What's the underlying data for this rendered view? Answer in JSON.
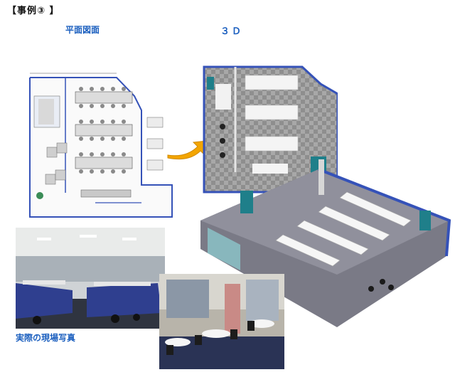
{
  "heading": "【事例③ 】",
  "labels": {
    "floor_plan": "平面図面",
    "three_d": "３Ｄ",
    "photos": "実際の現場写真"
  },
  "colors": {
    "label_blue": "#1b5fbf",
    "arrow": "#f3a500",
    "wall_blue": "#3552b8"
  }
}
